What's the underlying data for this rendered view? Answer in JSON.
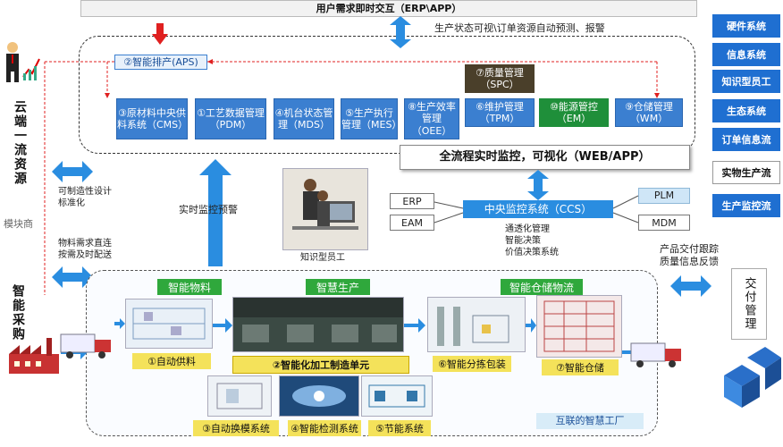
{
  "header": {
    "title": "用户需求即时交互（ERP\\APP）",
    "subtitle": "生产状态可视\\订单资源自动预测、报警"
  },
  "aps": "②智能排产(APS)",
  "modules": [
    "③原材料中央供料系统（CMS）",
    "①工艺数据管理（PDM）",
    "④机台状态管理（MDS）",
    "⑤生产执行管理（MES）",
    "⑧生产效率管理（OEE）"
  ],
  "spc": "⑦质量管理（SPC）",
  "tpm": "⑥维护管理（TPM）",
  "em": "⑩能源管控（EM）",
  "wm": "⑨仓储管理（WM）",
  "monitoring": "全流程实时监控，可视化（WEB/APP）",
  "ccs": "中央监控系统（CCS）",
  "ccs_notes": [
    "通透化管理",
    "智能决策",
    "价值决策系统"
  ],
  "left_systems": [
    "ERP",
    "EAM"
  ],
  "right_systems": [
    "PLM",
    "MDM"
  ],
  "right_nav": [
    "硬件系统",
    "信息系统",
    "知识型员工",
    "生态系统",
    "订单信息流",
    "实物生产流",
    "生产监控流"
  ],
  "left": {
    "cloud_resources": "云端一流资源",
    "design": [
      "可制造性设计",
      "标准化"
    ],
    "supplier": "模块商",
    "material": [
      "物料需求直连",
      "按需及时配送"
    ],
    "purchase": "智能采购"
  },
  "realtime_alert": "实时监控预警",
  "knowledge_worker": "知识型员工",
  "delivery": {
    "notes": [
      "产品交付跟踪",
      "质量信息反馈"
    ],
    "label": "交付管理"
  },
  "factory": {
    "sections": [
      "智能物料",
      "智慧生产",
      "智能仓储物流"
    ],
    "items": [
      "①自动供料",
      "②智能化加工制造单元",
      "⑥智能分拣包装",
      "⑦智能仓储"
    ],
    "bottom_items": [
      "③自动换模系统",
      "④智能检测系统",
      "⑤节能系统"
    ],
    "footer": "互联的智慧工厂"
  },
  "colors": {
    "accent": "#1f6fd1",
    "module": "#3b7fd0",
    "green": "#2fa83c",
    "yellow": "#f4e25a",
    "spc": "#4a3f2a",
    "em": "#1f8f3a"
  }
}
